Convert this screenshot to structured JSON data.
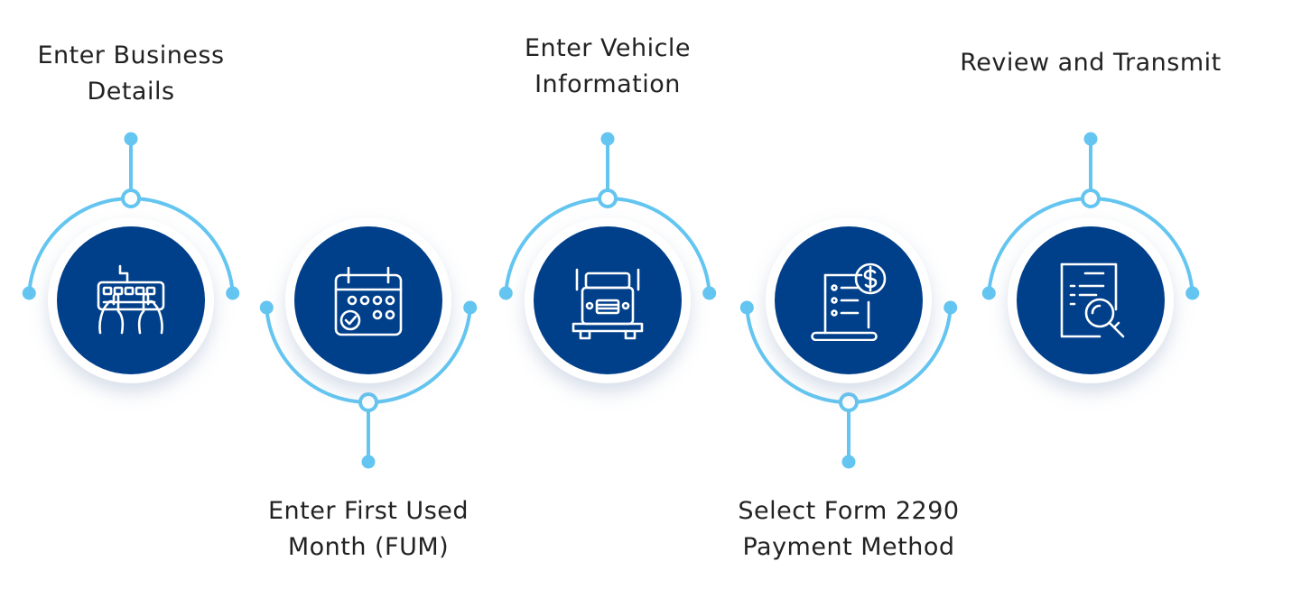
{
  "colors": {
    "accent_line": "#63c5f0",
    "circle_fill": "#003f8a",
    "icon_stroke": "#ffffff",
    "label_text": "#222222"
  },
  "steps": [
    {
      "line1": "Enter Business",
      "line2": "Details",
      "icon": "keyboard-typing-icon"
    },
    {
      "line1": "Enter First Used",
      "line2": "Month (FUM)",
      "icon": "calendar-check-icon"
    },
    {
      "line1": "Enter Vehicle",
      "line2": "Information",
      "icon": "truck-icon"
    },
    {
      "line1": "Select Form 2290",
      "line2": "Payment Method",
      "icon": "receipt-dollar-icon"
    },
    {
      "line1": "Review and Transmit",
      "line2": "",
      "icon": "document-search-icon"
    }
  ]
}
